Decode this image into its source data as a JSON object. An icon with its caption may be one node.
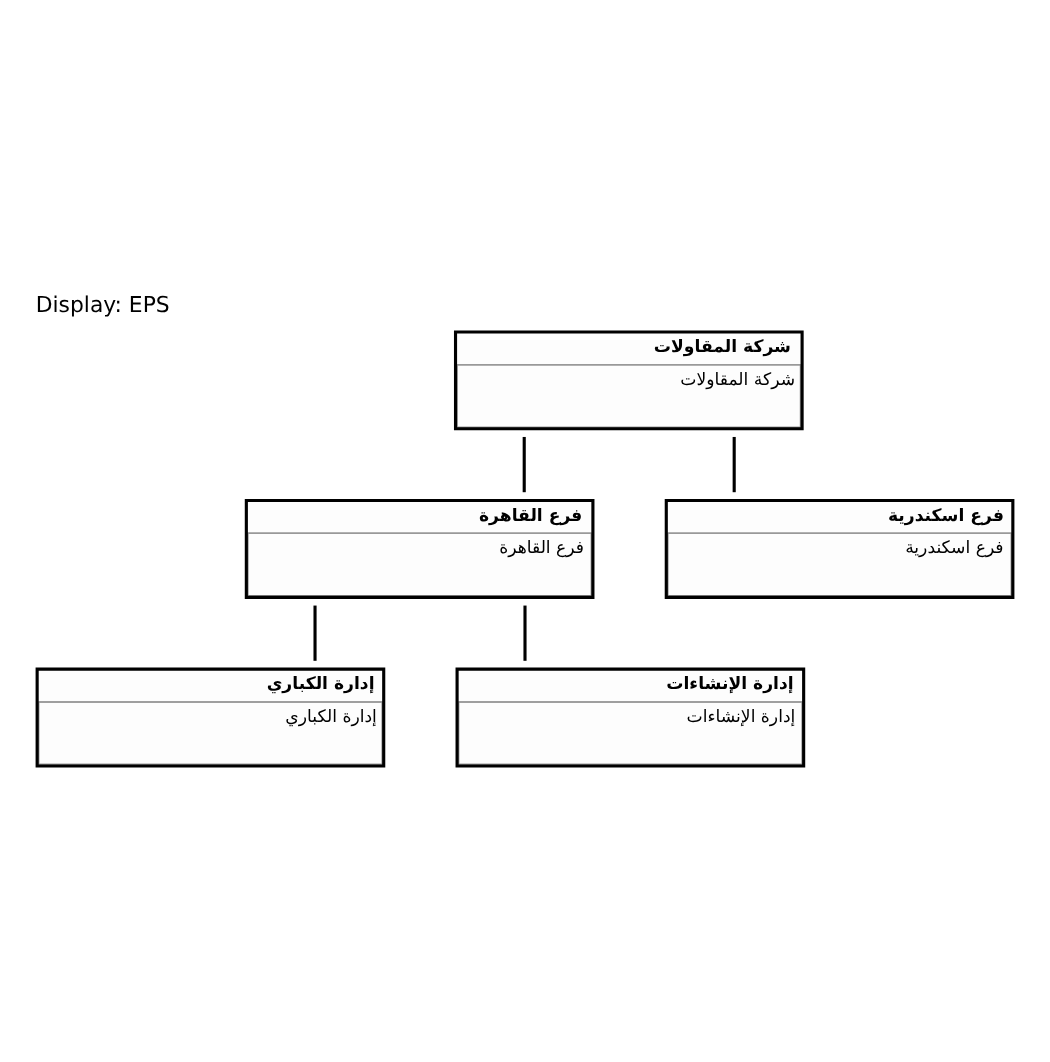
{
  "diagram": {
    "title": "Display: EPS",
    "nodes": [
      {
        "text": [
          "شركة المقاولات",
          "شركة المقاولات"
        ]
      },
      {
        "text": [
          "فرع القاهرة",
          "فرع القاهرة"
        ]
      },
      {
        "text": [
          "فرع اسكندرية",
          "فرع اسكندرية"
        ]
      },
      {
        "text": [
          "إدارة الكباري",
          "إدارة الكباري"
        ]
      },
      {
        "text": [
          "إدارة الإنشاءات",
          "إدارة الإنشاءات"
        ]
      }
    ],
    "edges": [
      {
        "from": 0,
        "to": 1,
        "arrow": "none"
      },
      {
        "from": 0,
        "to": 2,
        "arrow": "none"
      },
      {
        "from": 1,
        "to": 3,
        "arrow": "none"
      },
      {
        "from": 1,
        "to": 4,
        "arrow": "none"
      }
    ]
  }
}
